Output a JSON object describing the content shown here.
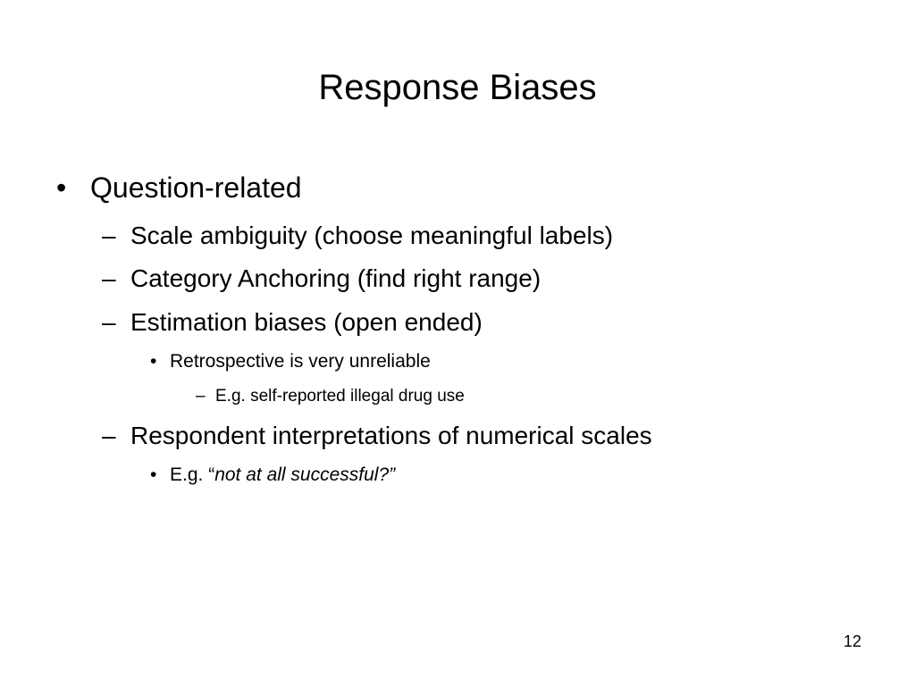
{
  "slide": {
    "title": "Response Biases",
    "bullet_markers": {
      "level1": "•",
      "level2": "–",
      "level3": "•",
      "level4": "–"
    },
    "items": {
      "question_related": "Question-related",
      "scale_ambiguity": "Scale ambiguity (choose meaningful labels)",
      "category_anchoring": "Category Anchoring (find right range)",
      "estimation_biases": "Estimation biases (open ended)",
      "retrospective": "Retrospective is very unreliable",
      "drug_use_example": "E.g. self-reported illegal drug use",
      "respondent_interpretations": "Respondent interpretations of numerical scales",
      "successful_example_prefix": "E.g. “",
      "successful_example_quote": "not at all successful?”"
    },
    "page_number": "12"
  }
}
